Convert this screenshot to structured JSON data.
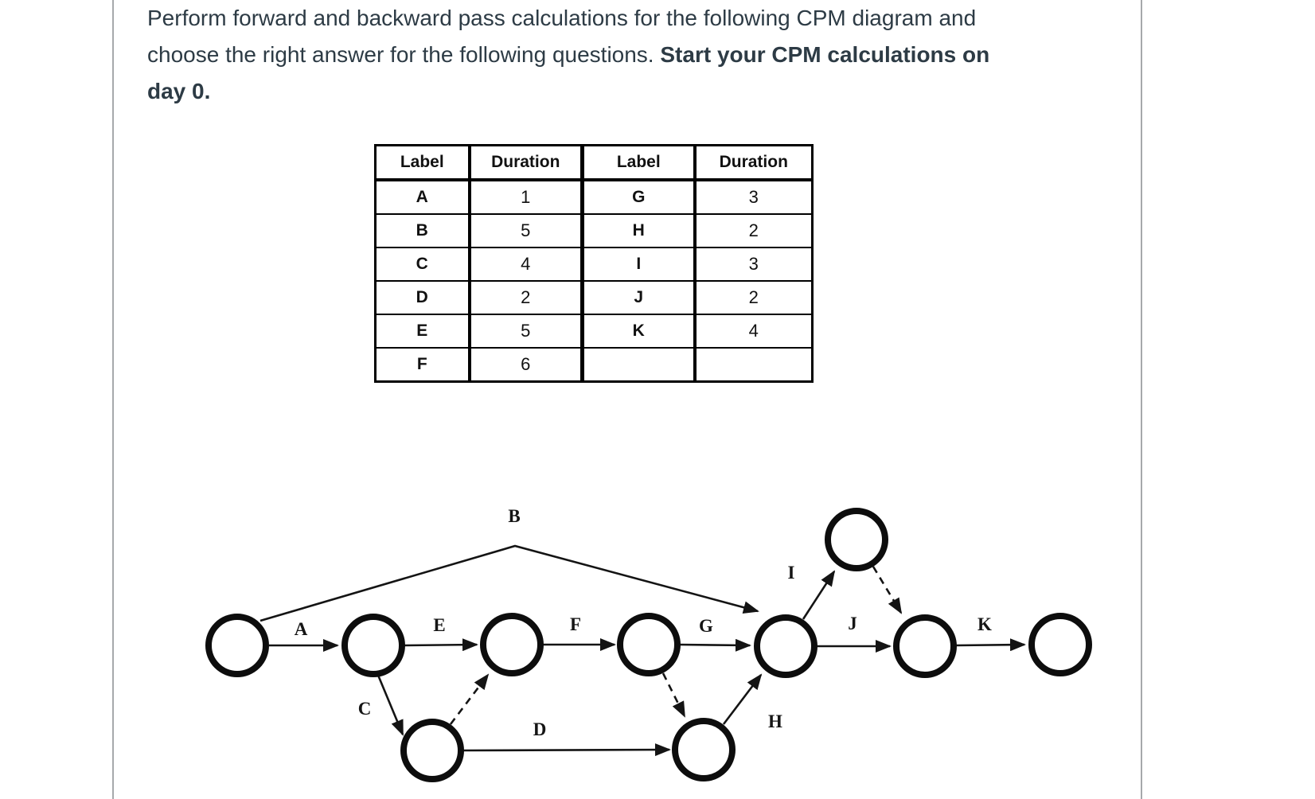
{
  "instructions": {
    "line1": "Perform forward and backward pass calculations for the following CPM diagram and",
    "line2_regular": "choose the right answer for the following questions. ",
    "line2_bold": "Start your CPM calculations on",
    "line3_bold": "day 0."
  },
  "table": {
    "headers": [
      "Label",
      "Duration",
      "Label",
      "Duration"
    ],
    "rows": [
      [
        "A",
        "1",
        "G",
        "3"
      ],
      [
        "B",
        "5",
        "H",
        "2"
      ],
      [
        "C",
        "4",
        "I",
        "3"
      ],
      [
        "D",
        "2",
        "J",
        "2"
      ],
      [
        "E",
        "5",
        "K",
        "4"
      ],
      [
        "F",
        "6",
        "",
        ""
      ]
    ]
  },
  "diagram": {
    "type": "activity-on-arrow CPM network",
    "node_count": 10,
    "edge_labels": {
      "A": "A",
      "B": "B",
      "C": "C",
      "D": "D",
      "E": "E",
      "F": "F",
      "G": "G",
      "H": "H",
      "I": "I",
      "J": "J",
      "K": "K"
    },
    "edges": [
      {
        "label": "A",
        "from": "n1",
        "to": "n2",
        "style": "solid"
      },
      {
        "label": "B",
        "from": "n1",
        "to": "n5",
        "style": "solid"
      },
      {
        "label": "E",
        "from": "n2",
        "to": "n3",
        "style": "solid"
      },
      {
        "label": "C",
        "from": "n2",
        "to": "n9",
        "style": "solid"
      },
      {
        "label": "D",
        "from": "n9",
        "to": "n10",
        "style": "solid"
      },
      {
        "label": "",
        "from": "n9",
        "to": "n3",
        "style": "dashed"
      },
      {
        "label": "F",
        "from": "n3",
        "to": "n4",
        "style": "solid"
      },
      {
        "label": "",
        "from": "n4",
        "to": "n10",
        "style": "dashed"
      },
      {
        "label": "G",
        "from": "n4",
        "to": "n5",
        "style": "solid"
      },
      {
        "label": "H",
        "from": "n10",
        "to": "n5",
        "style": "solid"
      },
      {
        "label": "I",
        "from": "n5",
        "to": "n6",
        "style": "solid"
      },
      {
        "label": "J",
        "from": "n5",
        "to": "n7",
        "style": "solid"
      },
      {
        "label": "",
        "from": "n6",
        "to": "n7",
        "style": "dashed"
      },
      {
        "label": "K",
        "from": "n7",
        "to": "n8",
        "style": "solid"
      }
    ]
  }
}
